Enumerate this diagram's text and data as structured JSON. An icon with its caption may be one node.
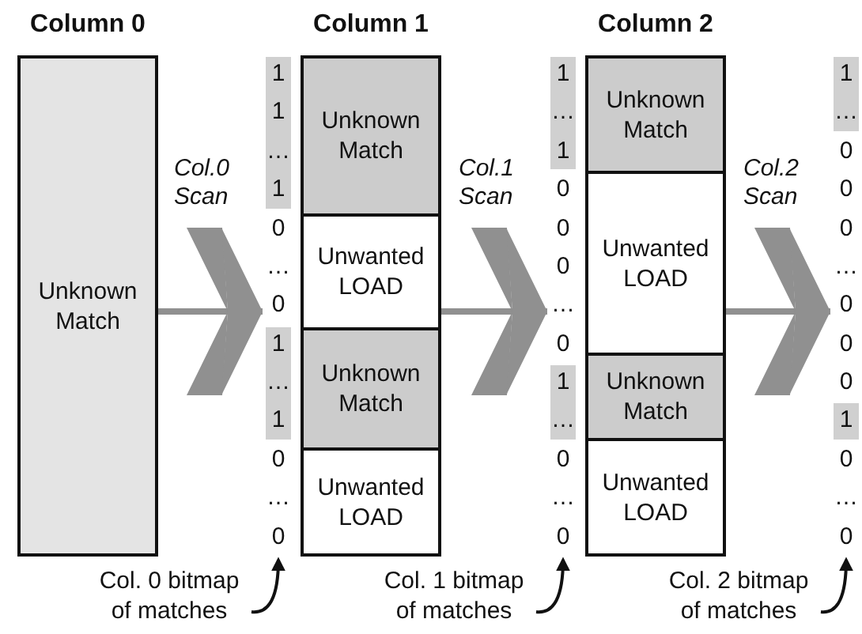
{
  "diagram": {
    "nodes": [
      {
        "text": [
          "Column 0",
          "Unknown Match"
        ]
      },
      {
        "text": [
          "1",
          "1",
          "…",
          "1",
          "0",
          "…",
          "0",
          "1",
          "…",
          "1",
          "0",
          "…",
          "0"
        ]
      },
      {
        "text": [
          "Column 1"
        ]
      },
      {
        "text": [
          "Unknown Match"
        ],
        "in": 2
      },
      {
        "text": [
          "Unwanted LOAD"
        ],
        "in": 2
      },
      {
        "text": [
          "Unknown Match"
        ],
        "in": 2
      },
      {
        "text": [
          "Unwanted LOAD"
        ],
        "in": 2
      },
      {
        "text": [
          "1",
          "…",
          "1",
          "0",
          "0",
          "0",
          "…",
          "0",
          "1",
          "…",
          "0",
          "…",
          "0"
        ]
      },
      {
        "text": [
          "Column 2"
        ]
      },
      {
        "text": [
          "Unknown Match"
        ],
        "in": 8
      },
      {
        "text": [
          "Unwanted LOAD"
        ],
        "in": 8
      },
      {
        "text": [
          "Unknown Match"
        ],
        "in": 8
      },
      {
        "text": [
          "Unwanted LOAD"
        ],
        "in": 8
      },
      {
        "text": [
          "1",
          "…",
          "0",
          "0",
          "0",
          "…",
          "0",
          "0",
          "0",
          "1",
          "0",
          "…",
          "0"
        ]
      },
      {
        "text": [
          "Col. 0 bitmap of matches"
        ]
      },
      {
        "text": [
          "Col. 1 bitmap of matches"
        ]
      },
      {
        "text": [
          "Col. 2 bitmap of matches"
        ]
      }
    ],
    "edges": [
      {
        "from": 0,
        "to": 1,
        "arrow": "to",
        "label": "Col.0 Scan",
        "style": "thick",
        "color": "#909090"
      },
      {
        "from": 2,
        "to": 7,
        "arrow": "to",
        "label": "Col.1 Scan",
        "style": "thick",
        "color": "#909090"
      },
      {
        "from": 8,
        "to": 13,
        "arrow": "to",
        "label": "Col.2 Scan",
        "style": "thick",
        "color": "#909090"
      },
      {
        "from": 14,
        "to": 1,
        "arrow": "to",
        "color": "#111111"
      },
      {
        "from": 15,
        "to": 7,
        "arrow": "to",
        "color": "#111111"
      },
      {
        "from": 16,
        "to": 13,
        "arrow": "to",
        "color": "#111111"
      }
    ]
  }
}
